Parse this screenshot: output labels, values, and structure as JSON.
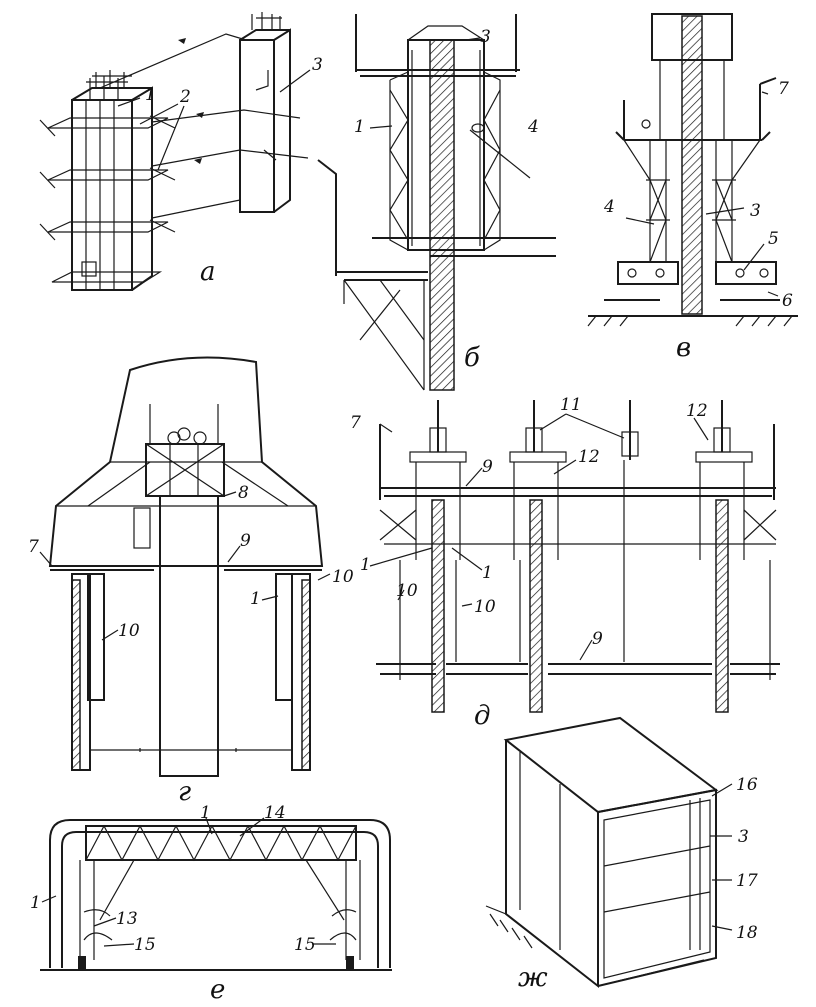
{
  "panels": {
    "a": {
      "caption": "а",
      "labels": [
        "1",
        "2",
        "3"
      ]
    },
    "b": {
      "caption": "б",
      "labels": [
        "1",
        "3",
        "4"
      ]
    },
    "v": {
      "caption": "в",
      "labels": [
        "7",
        "4",
        "3",
        "5",
        "6"
      ]
    },
    "g": {
      "caption": "г",
      "labels": [
        "8",
        "7",
        "9",
        "1",
        "10",
        "10"
      ]
    },
    "d": {
      "caption": "д",
      "labels": [
        "7",
        "11",
        "12",
        "12",
        "9",
        "1",
        "1",
        "10",
        "10",
        "9"
      ]
    },
    "e": {
      "caption": "е",
      "labels": [
        "1",
        "14",
        "1",
        "13",
        "15",
        "15"
      ]
    },
    "zh": {
      "caption": "ж",
      "labels": [
        "16",
        "3",
        "17",
        "18"
      ]
    }
  }
}
